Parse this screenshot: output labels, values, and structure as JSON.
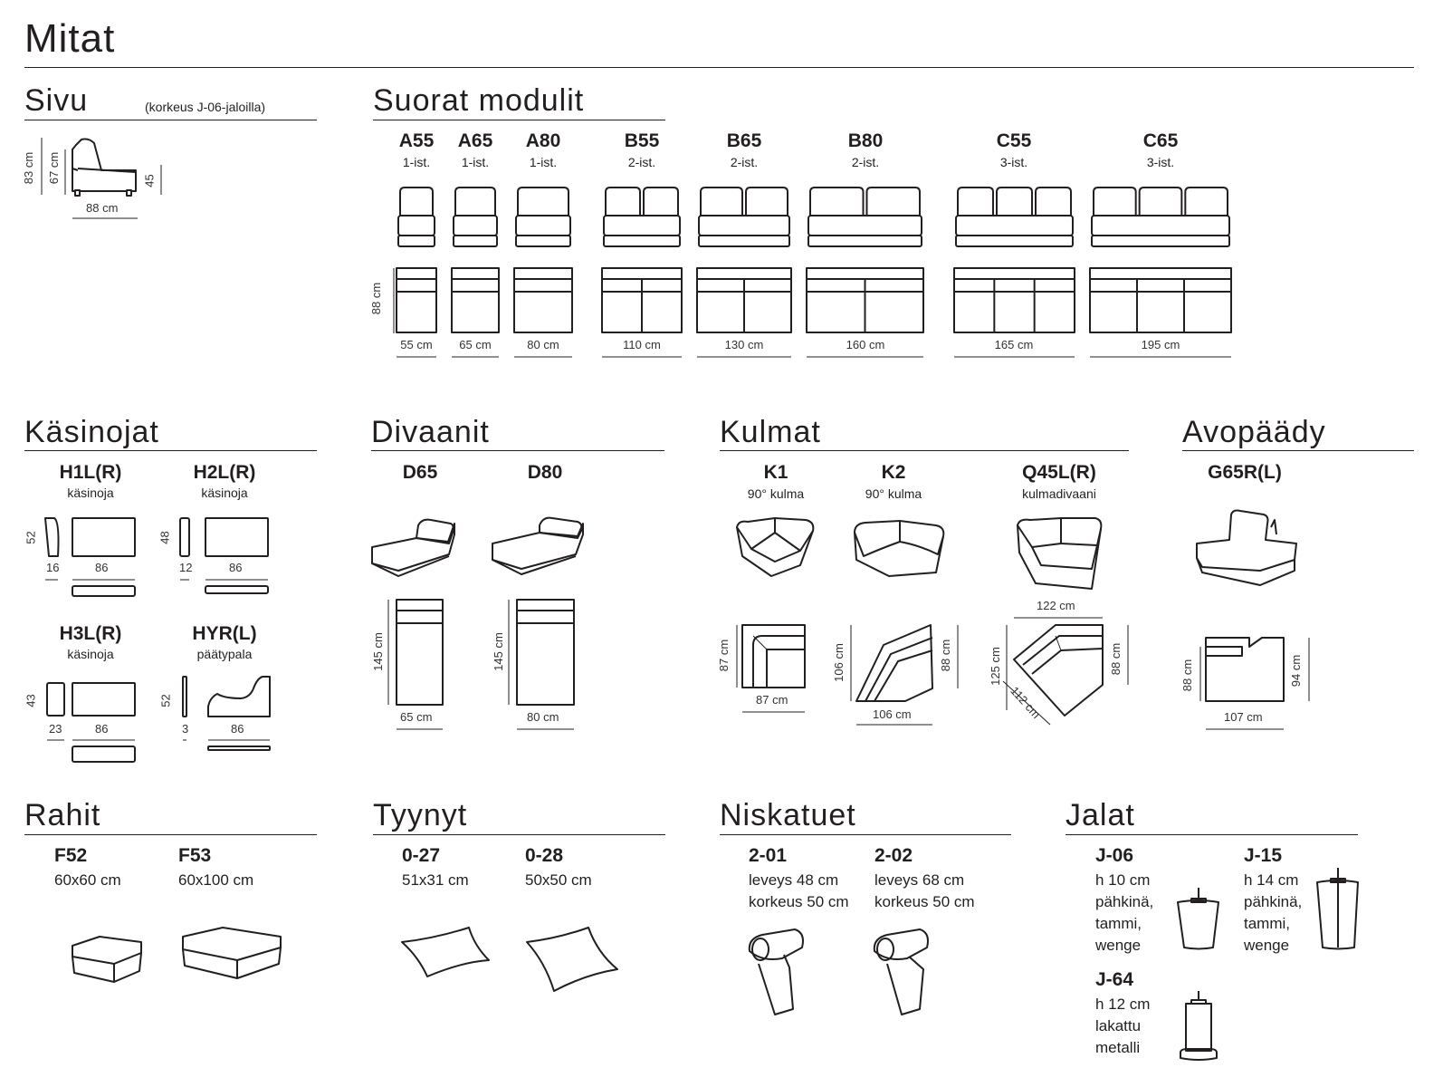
{
  "page": {
    "title": "Mitat"
  },
  "sivu": {
    "title": "Sivu",
    "note": "(korkeus J-06-jaloilla)",
    "h_total": "83 cm",
    "h_back": "67 cm",
    "h_seat": "45",
    "depth": "88 cm"
  },
  "suorat": {
    "title": "Suorat modulit",
    "depth": "88 cm",
    "modules": [
      {
        "code": "A55",
        "seats": "1-ist.",
        "width": "55 cm"
      },
      {
        "code": "A65",
        "seats": "1-ist.",
        "width": "65 cm"
      },
      {
        "code": "A80",
        "seats": "1-ist.",
        "width": "80 cm"
      },
      {
        "code": "B55",
        "seats": "2-ist.",
        "width": "110 cm"
      },
      {
        "code": "B65",
        "seats": "2-ist.",
        "width": "130 cm"
      },
      {
        "code": "B80",
        "seats": "2-ist.",
        "width": "160 cm"
      },
      {
        "code": "C55",
        "seats": "3-ist.",
        "width": "165 cm"
      },
      {
        "code": "C65",
        "seats": "3-ist.",
        "width": "195 cm"
      }
    ]
  },
  "kasinojat": {
    "title": "Käsinojat",
    "items": [
      {
        "code": "H1L(R)",
        "desc": "käsinoja",
        "h": "52",
        "w": "16",
        "d": "86"
      },
      {
        "code": "H2L(R)",
        "desc": "käsinoja",
        "h": "48",
        "w": "12",
        "d": "86"
      },
      {
        "code": "H3L(R)",
        "desc": "käsinoja",
        "h": "43",
        "w": "23",
        "d": "86"
      },
      {
        "code": "HYR(L)",
        "desc": "päätypala",
        "h": "52",
        "w": "3",
        "d": "86"
      }
    ]
  },
  "divaanit": {
    "title": "Divaanit",
    "items": [
      {
        "code": "D65",
        "length": "145 cm",
        "width": "65 cm"
      },
      {
        "code": "D80",
        "length": "145 cm",
        "width": "80 cm"
      }
    ]
  },
  "kulmat": {
    "title": "Kulmat",
    "items": [
      {
        "code": "K1",
        "desc": "90° kulma",
        "h": "87 cm",
        "w": "87 cm"
      },
      {
        "code": "K2",
        "desc": "90° kulma",
        "h": "106 cm",
        "h2": "88 cm",
        "w": "106 cm"
      },
      {
        "code": "Q45L(R)",
        "desc": "kulmadivaani",
        "top": "122 cm",
        "h": "125 cm",
        "h2": "88 cm",
        "diag": "112 cm"
      }
    ]
  },
  "avopaady": {
    "title": "Avopäädy",
    "items": [
      {
        "code": "G65R(L)",
        "h": "88 cm",
        "h2": "94 cm",
        "w": "107 cm"
      }
    ]
  },
  "rahit": {
    "title": "Rahit",
    "items": [
      {
        "code": "F52",
        "size": "60x60 cm"
      },
      {
        "code": "F53",
        "size": "60x100 cm"
      }
    ]
  },
  "tyynyt": {
    "title": "Tyynyt",
    "items": [
      {
        "code": "0-27",
        "size": "51x31 cm"
      },
      {
        "code": "0-28",
        "size": "50x50 cm"
      }
    ]
  },
  "niskatuet": {
    "title": "Niskatuet",
    "items": [
      {
        "code": "2-01",
        "line1": "leveys 48 cm",
        "line2": "korkeus 50 cm"
      },
      {
        "code": "2-02",
        "line1": "leveys 68 cm",
        "line2": "korkeus 50 cm"
      }
    ]
  },
  "jalat": {
    "title": "Jalat",
    "items": [
      {
        "code": "J-06",
        "lines": [
          "h 10 cm",
          "pähkinä,",
          "tammi,",
          "wenge"
        ]
      },
      {
        "code": "J-15",
        "lines": [
          "h 14 cm",
          "pähkinä,",
          "tammi,",
          "wenge"
        ]
      },
      {
        "code": "J-64",
        "lines": [
          "h 12 cm",
          "lakattu",
          "metalli"
        ]
      }
    ]
  }
}
